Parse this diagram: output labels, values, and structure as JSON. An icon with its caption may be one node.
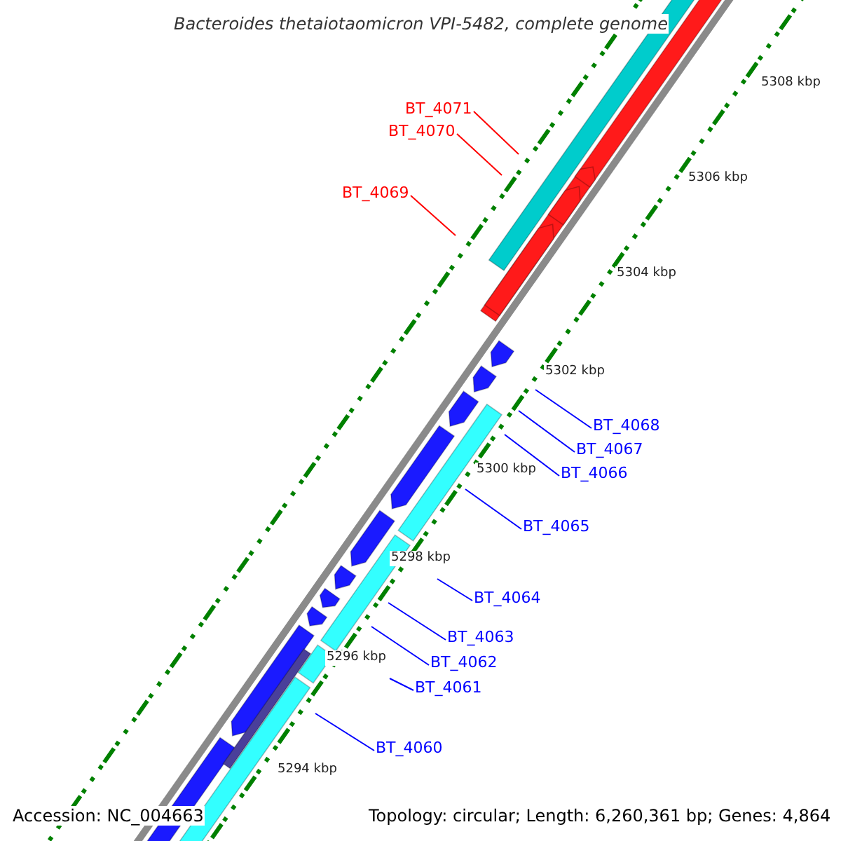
{
  "diagram": {
    "title": "Bacteroides thetaiotaomicron VPI-5482, complete genome",
    "nodes": [
      {
        "text": [
          "BT_4071"
        ]
      },
      {
        "text": [
          "BT_4070"
        ]
      },
      {
        "text": [
          "BT_4069"
        ]
      },
      {
        "text": [
          "BT_4068"
        ]
      },
      {
        "text": [
          "BT_4067"
        ]
      },
      {
        "text": [
          "BT_4066"
        ]
      },
      {
        "text": [
          "BT_4065"
        ]
      },
      {
        "text": [
          "BT_4064"
        ]
      },
      {
        "text": [
          "BT_4063"
        ]
      },
      {
        "text": [
          "BT_4062"
        ]
      },
      {
        "text": [
          "BT_4061"
        ]
      },
      {
        "text": [
          "BT_4060"
        ]
      }
    ],
    "edges": [
      {
        "from": 0,
        "to": null,
        "arrow": "none",
        "color": "#ff0000"
      },
      {
        "from": 1,
        "to": null,
        "arrow": "none",
        "color": "#ff0000"
      },
      {
        "from": 2,
        "to": null,
        "arrow": "none",
        "color": "#ff0000"
      },
      {
        "from": 3,
        "to": null,
        "arrow": "none"
      },
      {
        "from": 4,
        "to": null,
        "arrow": "none"
      },
      {
        "from": 5,
        "to": null,
        "arrow": "none"
      },
      {
        "from": 6,
        "to": null,
        "arrow": "none"
      },
      {
        "from": 7,
        "to": null,
        "arrow": "none"
      },
      {
        "from": 8,
        "to": null,
        "arrow": "none"
      },
      {
        "from": 9,
        "to": null,
        "arrow": "none"
      },
      {
        "from": 10,
        "to": null,
        "arrow": "none"
      },
      {
        "from": 11,
        "to": null,
        "arrow": "none"
      }
    ],
    "labels": [
      "5308 kbp",
      "5306 kbp",
      "5304 kbp",
      "5302 kbp",
      "5300 kbp",
      "5298 kbp",
      "5296 kbp",
      "5294 kbp",
      "Accession: NC_004663",
      "Topology: circular; Length: 6,260,361 bp; Genes: 4,864"
    ]
  }
}
